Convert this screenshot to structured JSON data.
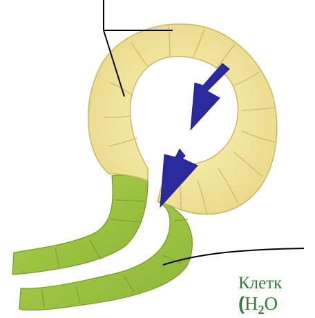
{
  "labels": {
    "cells": "Клетк",
    "formula_open": "(",
    "formula_h": "H",
    "formula_sub": "2",
    "formula_o": "O"
  },
  "colors": {
    "guard_fill": "#f1e59c",
    "guard_edge": "#d2c270",
    "green_fill": "#9cc43f",
    "green_edge": "#739a2a",
    "arrow": "#2b2b9e",
    "leader_line": "#000000",
    "label_text": "#2e7d32"
  }
}
